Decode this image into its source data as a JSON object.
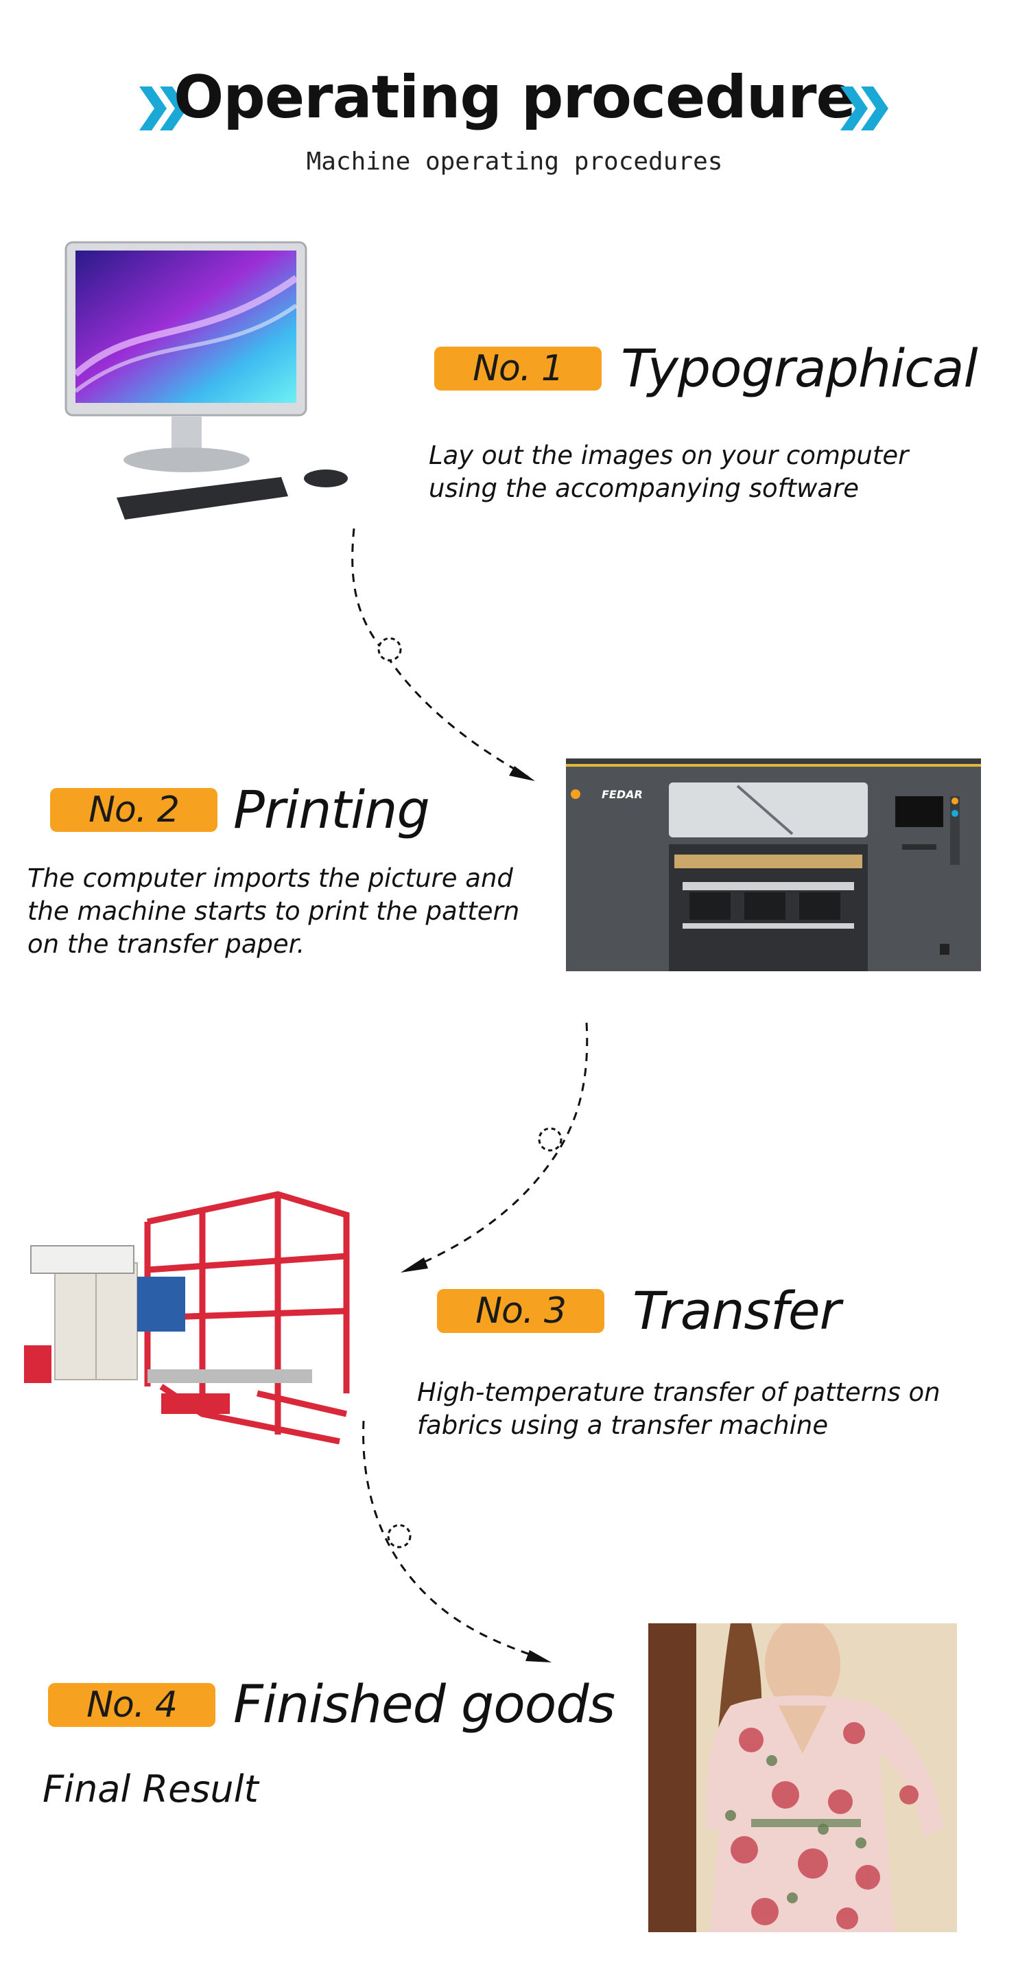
{
  "header": {
    "title": "Operating procedure",
    "subtitle": "Machine operating procedures"
  },
  "steps": [
    {
      "badge": "No. 1",
      "title": "Typographical",
      "description": "Lay out the images on your computer using the accompanying software",
      "image_icon": "desktop-computer"
    },
    {
      "badge": "No. 2",
      "title": "Printing",
      "description": "The computer imports the picture and the machine starts to print the pattern on the transfer paper.",
      "image_icon": "printer-machine",
      "brand": "FEDAR"
    },
    {
      "badge": "No. 3",
      "title": "Transfer",
      "description": "High-temperature transfer of patterns on fabrics using a transfer machine",
      "image_icon": "heat-transfer-machine"
    },
    {
      "badge": "No. 4",
      "title": "Finished goods",
      "description": "Final Result",
      "image_icon": "floral-dress"
    }
  ],
  "colors": {
    "accent": "#f6a11f",
    "chevron": "#1aa9d6",
    "text": "#111111",
    "printer_body": "#4f5357",
    "transfer_frame": "#d8283a"
  }
}
